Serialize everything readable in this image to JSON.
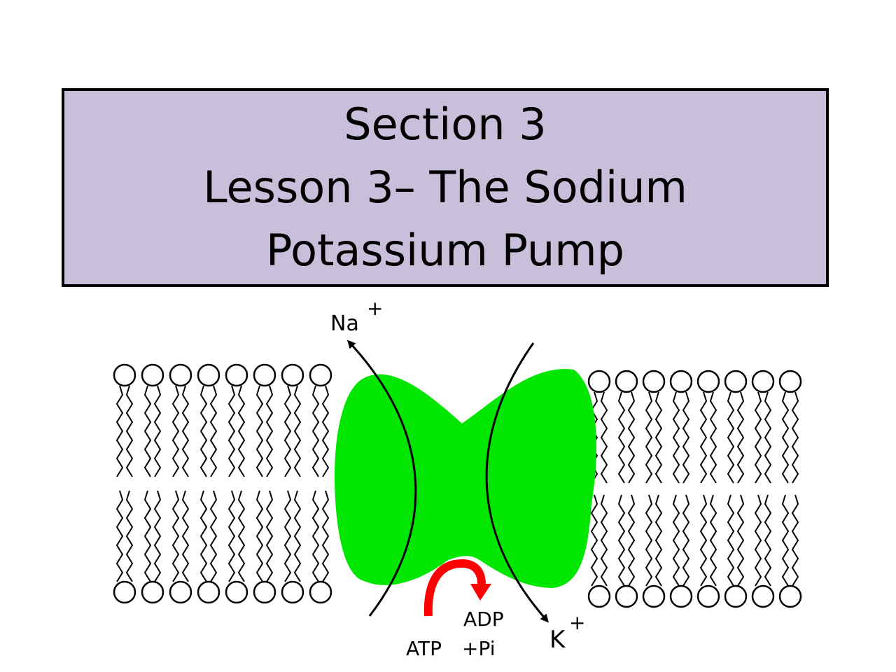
{
  "title": {
    "line1": "Section 3",
    "line2": "Lesson 3– The Sodium",
    "line3": "Potassium Pump"
  },
  "diagram": {
    "na_label": "Na",
    "na_charge": "+",
    "k_label": "K",
    "k_charge": "+",
    "atp_label": "ATP",
    "adp_label": "ADP",
    "pi_label": "+Pi",
    "colors": {
      "pump": "#00e600",
      "atp_arrow": "#ff0000",
      "title_bg": "#c9bfdb"
    }
  }
}
